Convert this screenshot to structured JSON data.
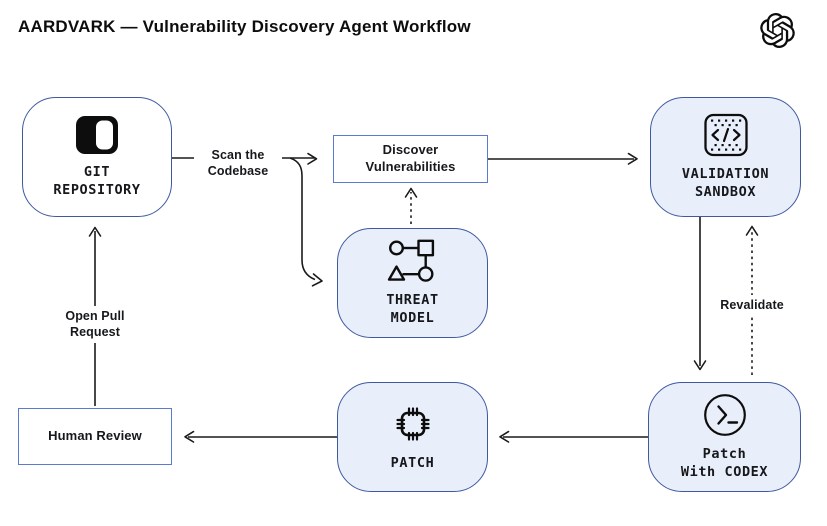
{
  "header": {
    "title": "AARDVARK — Vulnerability Discovery Agent Workflow",
    "logo": "openai-logo"
  },
  "colors": {
    "background": "#ffffff",
    "title_text": "#0d0d0d",
    "node_fill": "#e9effa",
    "node_border": "#3e59a0",
    "box_border": "#5c7bd0",
    "edge": "#1a1a1a",
    "label_text": "#16181c"
  },
  "nodes": {
    "git_repository": {
      "line1": "GIT",
      "line2": "REPOSITORY",
      "icon": "repository-icon"
    },
    "discover": {
      "line1": "Discover",
      "line2": "Vulnerabilities"
    },
    "validation_sandbox": {
      "line1": "VALIDATION",
      "line2": "SANDBOX",
      "icon": "sandbox-code-icon"
    },
    "threat_model": {
      "line1": "THREAT",
      "line2": "MODEL",
      "icon": "threat-model-icon"
    },
    "patch_with_codex": {
      "line1": "Patch",
      "line2": "With CODEX",
      "icon": "terminal-icon"
    },
    "patch": {
      "label": "PATCH",
      "icon": "chip-icon"
    },
    "human_review": {
      "label": "Human Review"
    }
  },
  "edge_labels": {
    "scan": {
      "line1": "Scan the",
      "line2": "Codebase"
    },
    "open_pull_request": {
      "line1": "Open Pull",
      "line2": "Request"
    },
    "revalidate": "Revalidate"
  }
}
